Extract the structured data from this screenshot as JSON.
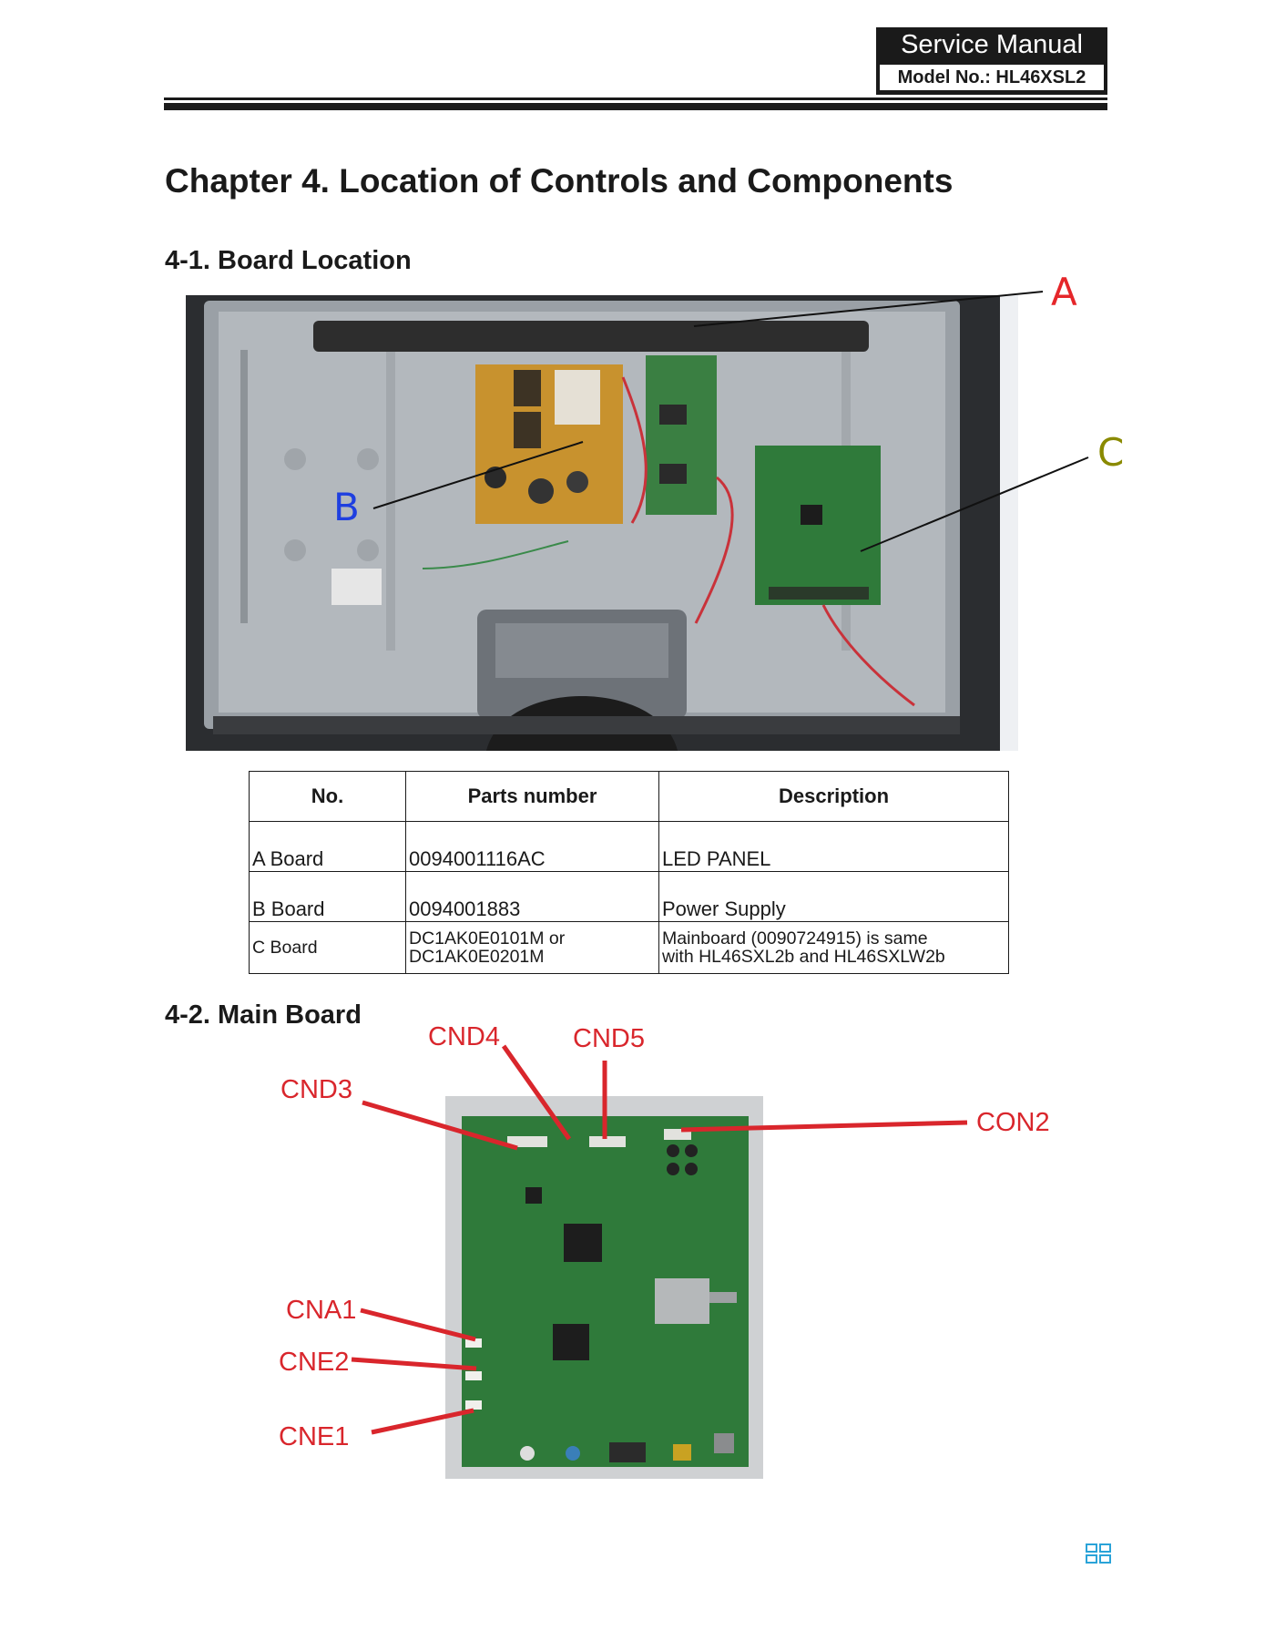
{
  "header": {
    "title": "Service Manual",
    "model": "Model No.: HL46XSL2"
  },
  "chapter_title": "Chapter 4. Location of Controls and Components",
  "section1": {
    "title": "4-1. Board Location",
    "markers": {
      "a": "A",
      "b": "B",
      "c": "C"
    }
  },
  "parts_table": {
    "headers": [
      "No.",
      "Parts number",
      "Description"
    ],
    "rows": [
      {
        "no": "A  Board",
        "part": "0094001116AC",
        "desc": "LED PANEL"
      },
      {
        "no": "B  Board",
        "part": "0094001883",
        "desc": "Power Supply"
      },
      {
        "no": "C  Board",
        "part_line1": "DC1AK0E0101M or",
        "part_line2": "DC1AK0E0201M",
        "desc_line1": "Mainboard (0090724915)  is same",
        "desc_line2": "with HL46SXL2b and HL46SXLW2b"
      }
    ]
  },
  "section2": {
    "title": "4-2. Main Board",
    "callouts": {
      "cnd4": "CND4",
      "cnd5": "CND5",
      "cnd3": "CND3",
      "con2": "CON2",
      "cna1": "CNA1",
      "cne2": "CNE2",
      "cne1": "CNE1"
    }
  },
  "colors": {
    "accent_red": "#d9262c",
    "marker_a": "#e5262a",
    "marker_b": "#1f3fe0",
    "marker_c": "#8a8a00",
    "pcb_green": "#2f7a3a",
    "nav_icon": "#2aa3d8"
  },
  "icons": {
    "nav": "grid-view-icon"
  }
}
